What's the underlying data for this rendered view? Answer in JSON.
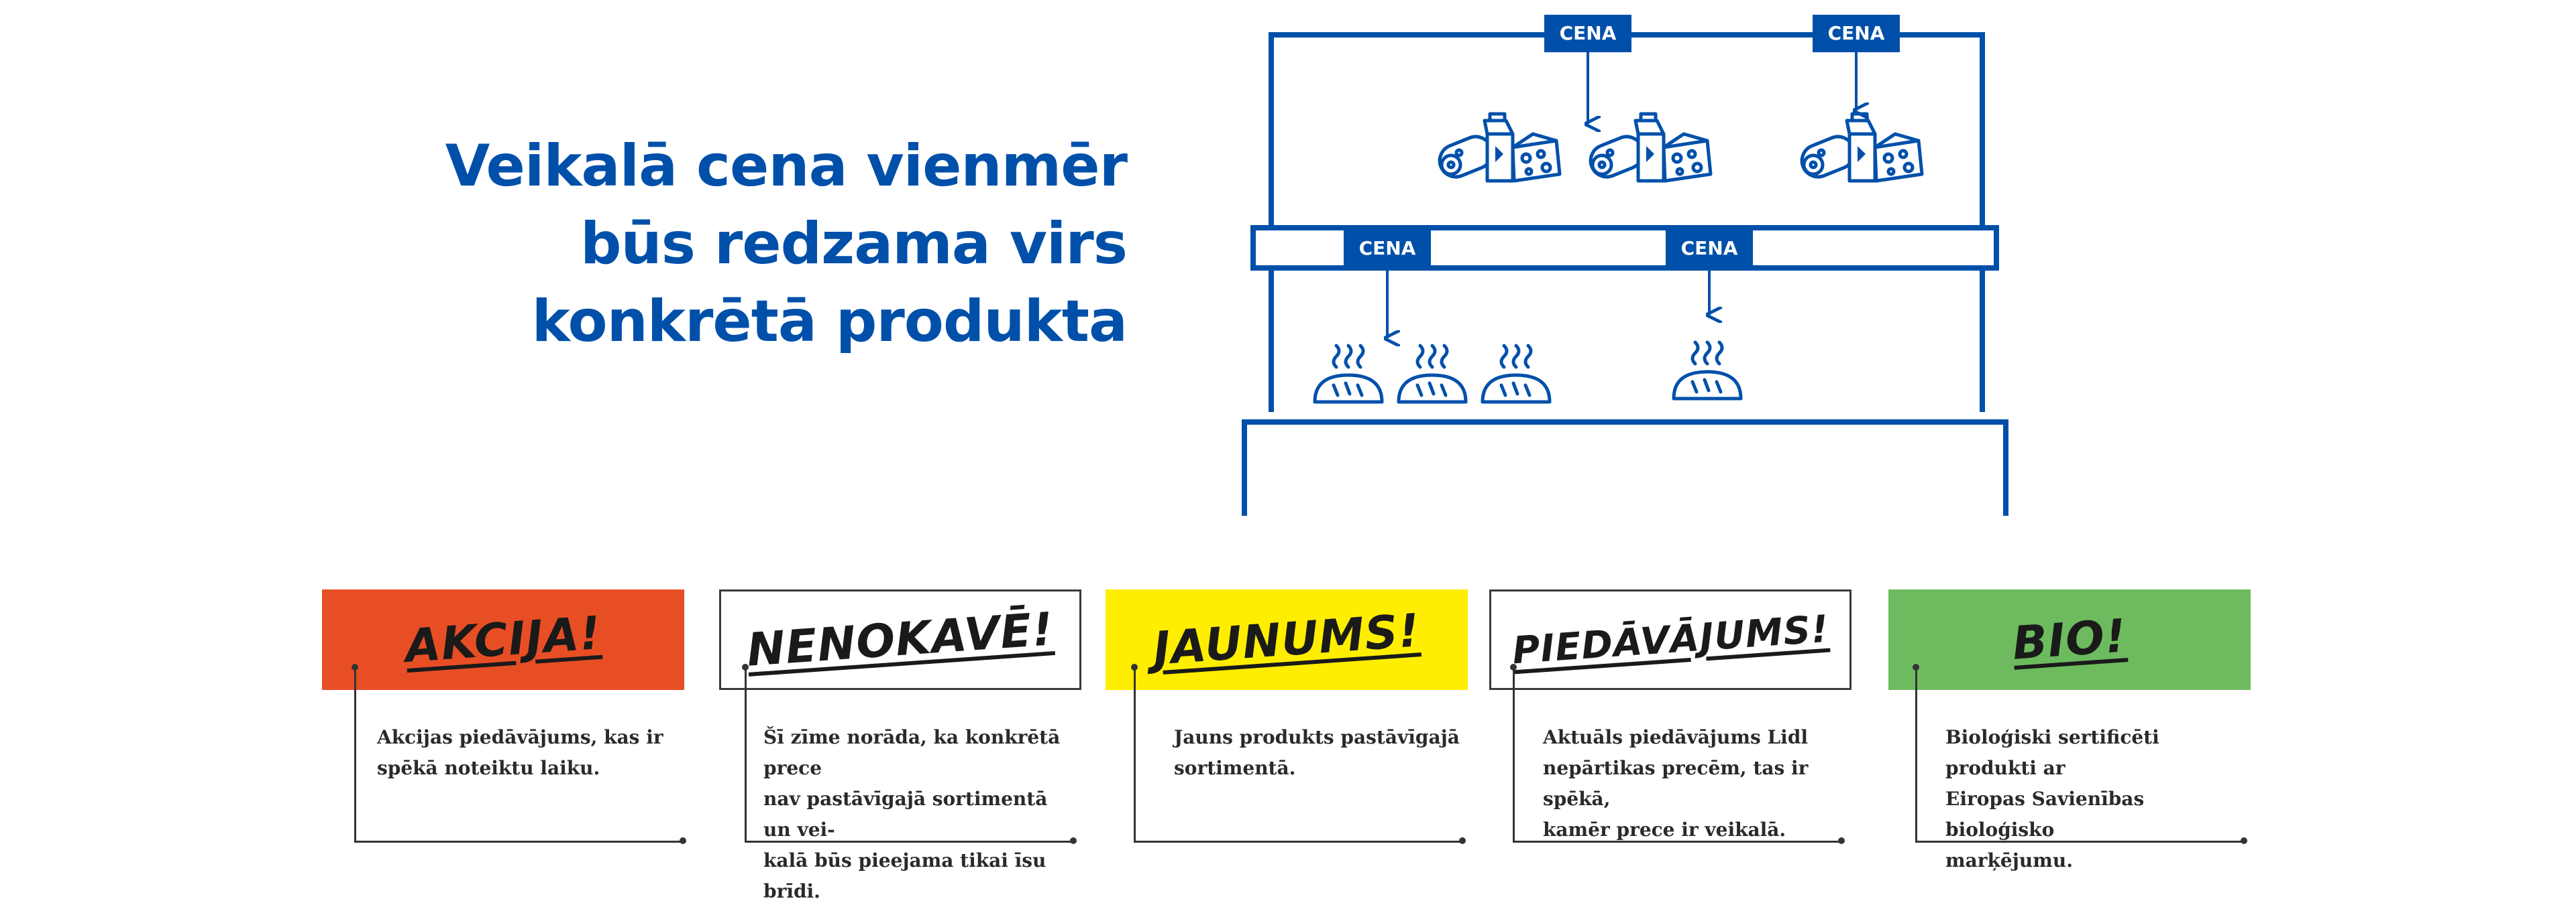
{
  "headline": {
    "line1": "Veikalā cena vienmēr",
    "line2": "būs redzama virs",
    "line3": "konkrētā produkta"
  },
  "shelf": {
    "price_tag": "CENA",
    "frame_color": "#0050aa"
  },
  "labels": [
    {
      "title": "AKCIJA!",
      "color": "#e84e24",
      "style": "filled",
      "description": [
        "Akcijas piedāvājums, kas ir",
        "spēkā noteiktu laiku."
      ]
    },
    {
      "title": "NENOKAVĒ!",
      "color": "#ffffff",
      "style": "outlined",
      "description": [
        "Šī zīme norāda, ka konkrētā prece",
        "nav pastāvīgajā sortimentā un vei-",
        "kalā būs pieejama tikai īsu brīdi."
      ]
    },
    {
      "title": "JAUNUMS!",
      "color": "#ffee00",
      "style": "filled",
      "description": [
        "Jauns produkts pastāvīgajā",
        "sortimentā."
      ]
    },
    {
      "title": "PIEDĀVĀJUMS!",
      "color": "#ffffff",
      "style": "outlined",
      "description": [
        "Aktuāls piedāvājums Lidl",
        "nepārtikas precēm, tas ir spēkā,",
        "kamēr prece ir veikalā."
      ]
    },
    {
      "title": "BIO!",
      "color": "#6dbb5e",
      "style": "filled",
      "description": [
        "Bioloģiski sertificēti produkti ar",
        "Eiropas Savienības bioloģisko",
        "marķējumu."
      ]
    }
  ]
}
